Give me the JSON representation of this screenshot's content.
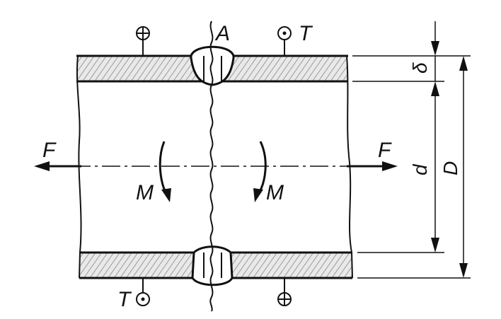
{
  "diagram": {
    "labels": {
      "weld": "A",
      "tension_top": "T",
      "tension_bottom": "T",
      "force_left": "F",
      "force_right": "F",
      "moment_left": "M",
      "moment_right": "M",
      "thickness": "δ",
      "inner_diameter": "d",
      "outer_diameter": "D"
    },
    "symbols": {
      "cross_point": "circle-plus",
      "dot_point": "circle-dot"
    },
    "colors": {
      "ink": "#111111",
      "hatch": "#c8c8c8",
      "background": "#ffffff"
    }
  }
}
